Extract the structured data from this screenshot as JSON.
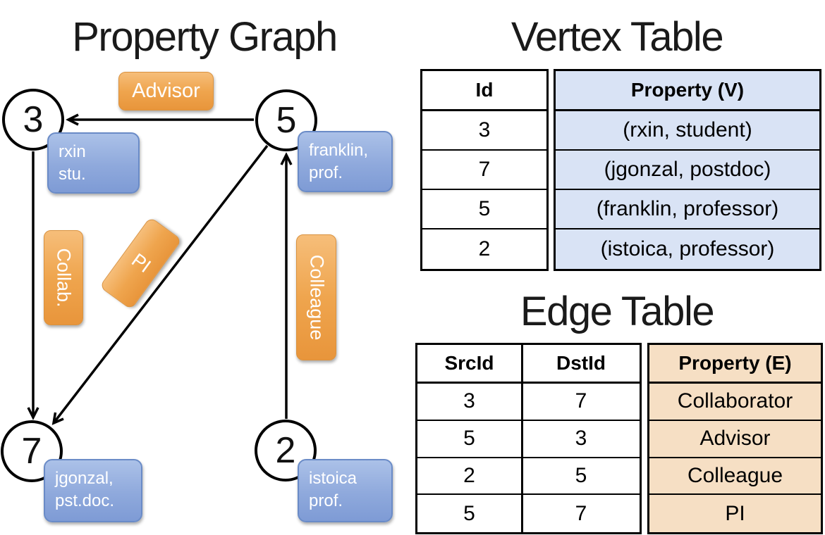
{
  "colors": {
    "edge_label_orange_top": "#F6BE7A",
    "edge_label_orange_bottom": "#E8953B",
    "vertex_prop_blue_top": "#ABC1E8",
    "vertex_prop_blue_bottom": "#7E9BD5",
    "vertex_table_fill": "#D9E3F5",
    "edge_table_fill": "#F6DFC4",
    "line_color": "#000000",
    "label_text": "#FFFFFF"
  },
  "graph": {
    "title": "Property Graph",
    "nodes": [
      {
        "id": "3",
        "property_line1": "rxin",
        "property_line2": "stu."
      },
      {
        "id": "5",
        "property_line1": "franklin,",
        "property_line2": "prof."
      },
      {
        "id": "7",
        "property_line1": "jgonzal,",
        "property_line2": "pst.doc."
      },
      {
        "id": "2",
        "property_line1": "istoica",
        "property_line2": "prof."
      }
    ],
    "edge_labels": [
      {
        "label": "Advisor"
      },
      {
        "label": "Collab."
      },
      {
        "label": "PI"
      },
      {
        "label": "Colleague"
      }
    ],
    "edges": [
      {
        "from": "5",
        "to": "3",
        "label": "Advisor"
      },
      {
        "from": "3",
        "to": "7",
        "label": "Collab."
      },
      {
        "from": "5",
        "to": "7",
        "label": "PI"
      },
      {
        "from": "2",
        "to": "5",
        "label": "Colleague"
      }
    ]
  },
  "vertex_table": {
    "title": "Vertex Table",
    "columns": {
      "id": "Id",
      "property": "Property (V)"
    },
    "rows": [
      {
        "id": "3",
        "property": "(rxin, student)"
      },
      {
        "id": "7",
        "property": "(jgonzal, postdoc)"
      },
      {
        "id": "5",
        "property": "(franklin, professor)"
      },
      {
        "id": "2",
        "property": "(istoica, professor)"
      }
    ]
  },
  "edge_table": {
    "title": "Edge Table",
    "columns": {
      "src": "SrcId",
      "dst": "DstId",
      "property": "Property (E)"
    },
    "rows": [
      {
        "src": "3",
        "dst": "7",
        "property": "Collaborator"
      },
      {
        "src": "5",
        "dst": "3",
        "property": "Advisor"
      },
      {
        "src": "2",
        "dst": "5",
        "property": "Colleague"
      },
      {
        "src": "5",
        "dst": "7",
        "property": "PI"
      }
    ]
  }
}
